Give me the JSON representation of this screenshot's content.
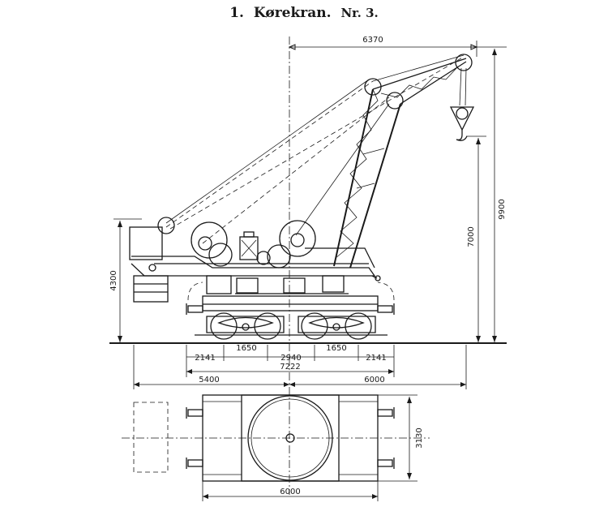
{
  "title": {
    "number": "1.",
    "name": "Kørekran.",
    "nr": "Nr. 3."
  },
  "dimensions": {
    "top_radius": "6370",
    "height_total": "9900",
    "height_hook": "7000",
    "height_counterweight": "4300",
    "wheel_left": "2141",
    "bogie_left": "1650",
    "bogie_spacing": "2940",
    "bogie_right": "1650",
    "wheel_right": "2141",
    "wheelbase_total": "7222",
    "rear_radius": "5400",
    "front_radius": "6000",
    "track_width": "3130",
    "frame_length": "6000"
  },
  "colors": {
    "ink": "#1a1a1a",
    "paper": "#ffffff"
  }
}
